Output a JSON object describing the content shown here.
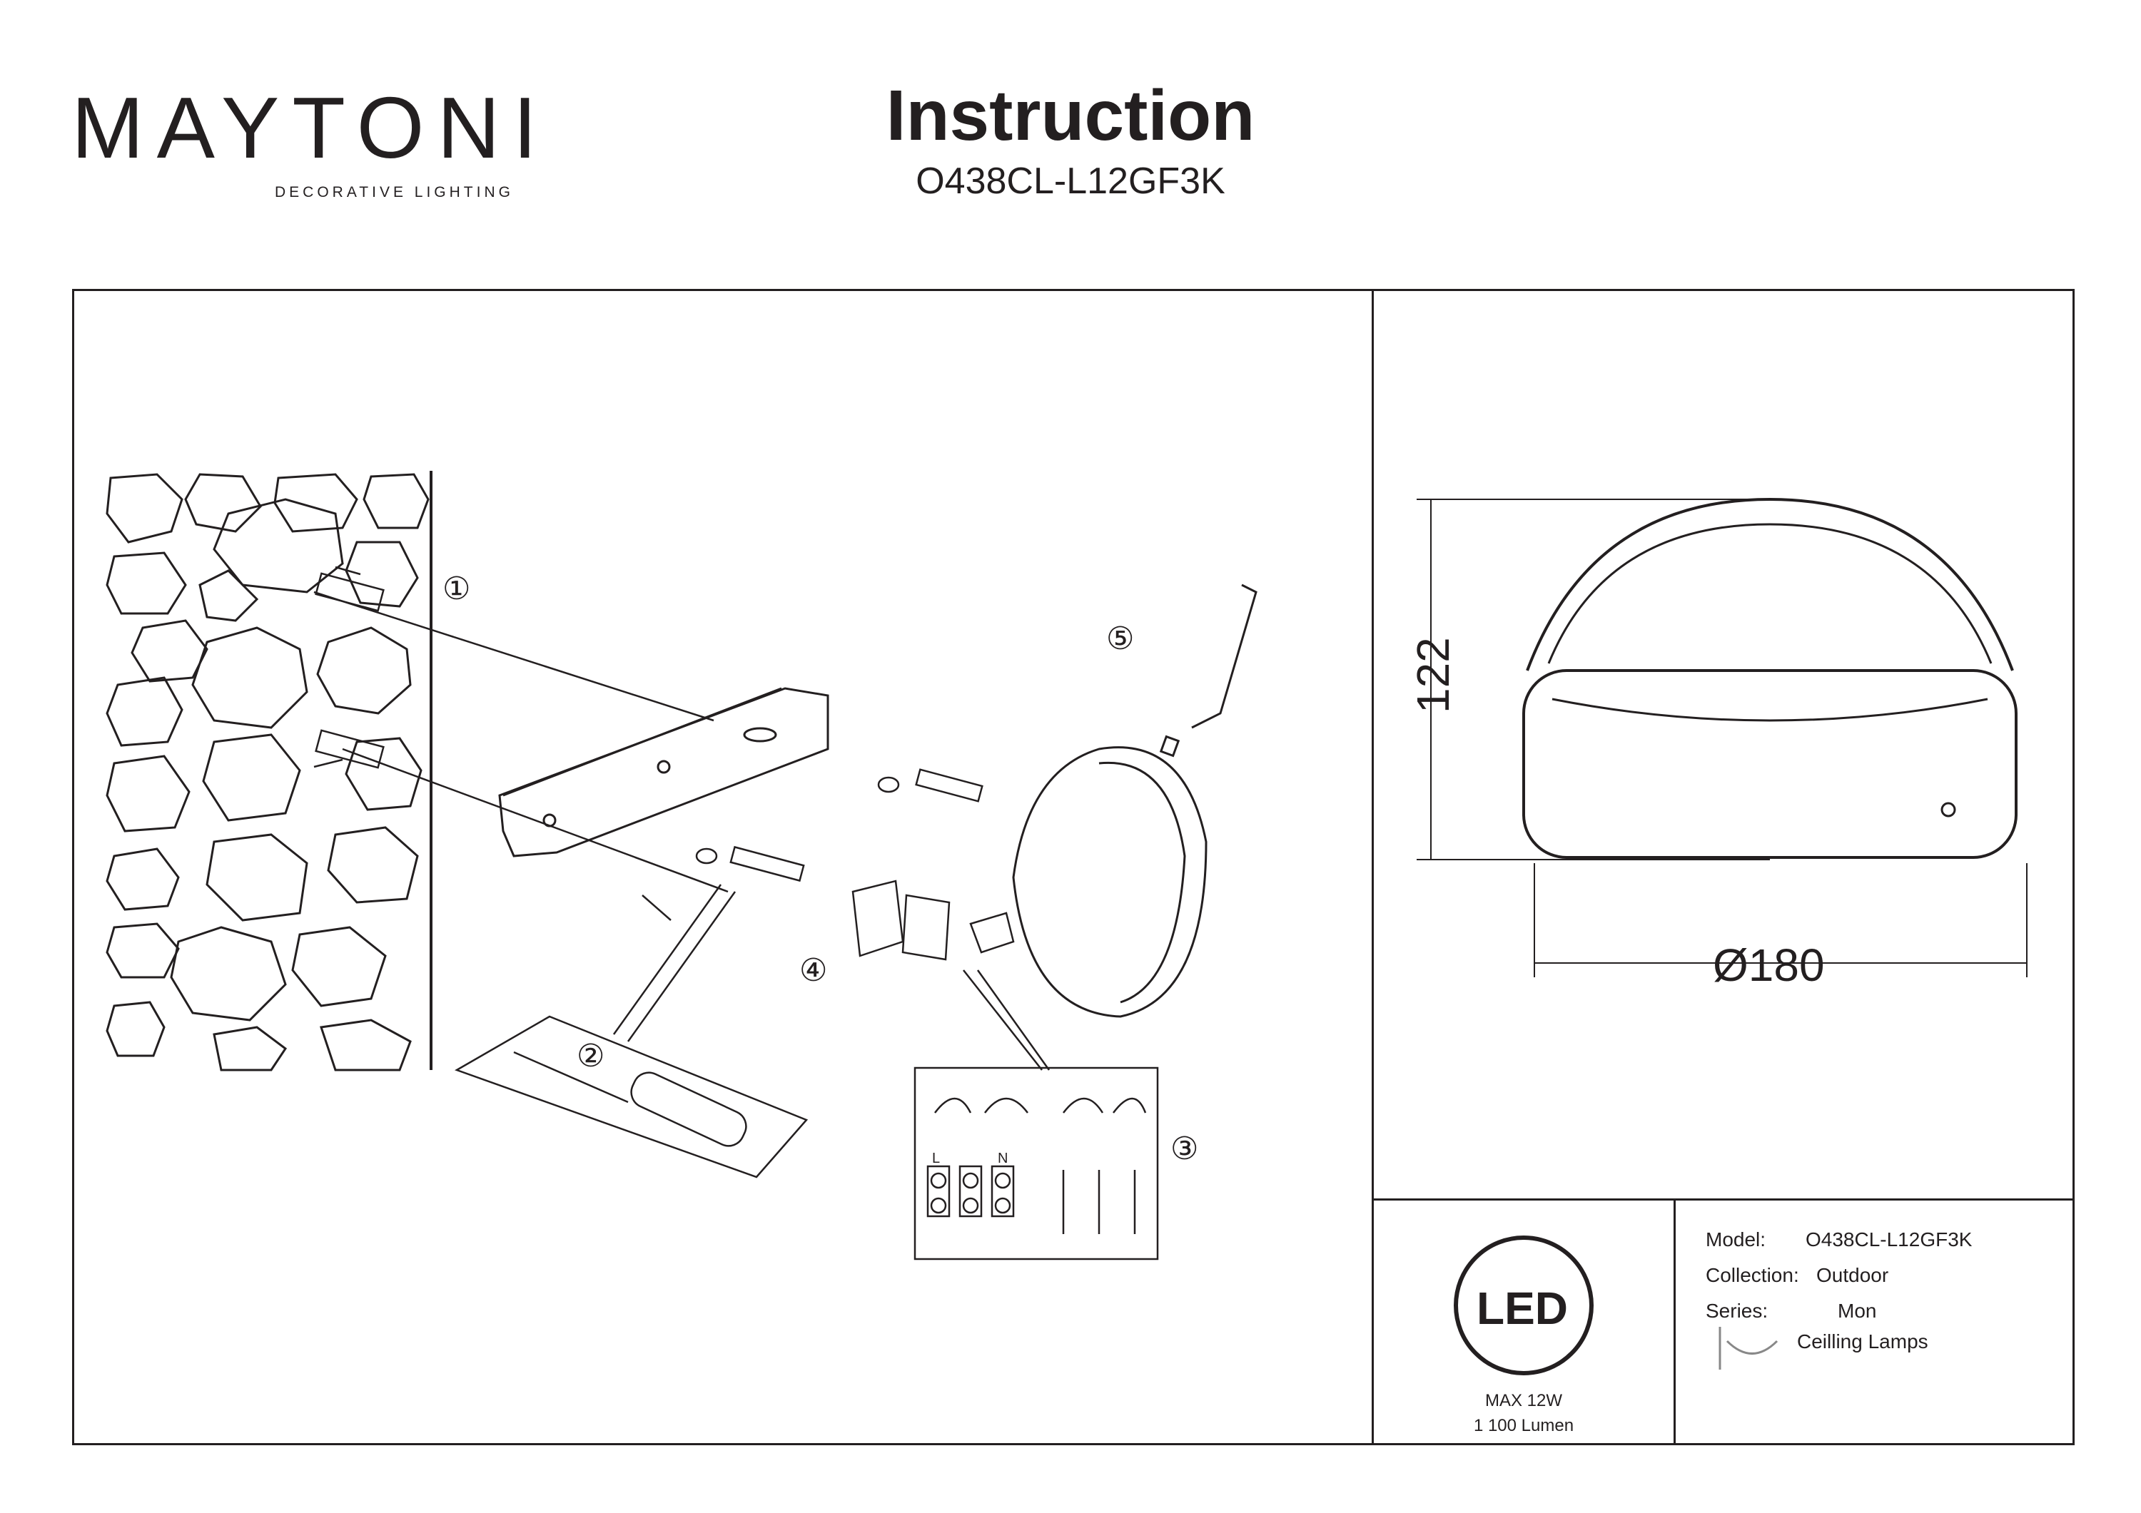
{
  "brand": {
    "name": "MAYTONI",
    "tagline": "DECORATIVE LIGHTING"
  },
  "header": {
    "title": "Instruction",
    "model_code": "O438CL-L12GF3K"
  },
  "diagram": {
    "step_markers": [
      "①",
      "②",
      "③",
      "④",
      "⑤"
    ],
    "terminal_labels": [
      "L",
      "N"
    ]
  },
  "dimensions": {
    "height": "122",
    "diameter": "Ø180"
  },
  "led_badge": {
    "icon_text": "LED",
    "max_power": "MAX 12W",
    "lumen": "1 100 Lumen"
  },
  "specs": {
    "model_label": "Model:",
    "model_value": "O438CL-L12GF3K",
    "collection_label": "Collection:",
    "collection_value": "Outdoor",
    "series_label": "Series:",
    "series_value": "Mon",
    "type_value": "Ceilling Lamps"
  }
}
